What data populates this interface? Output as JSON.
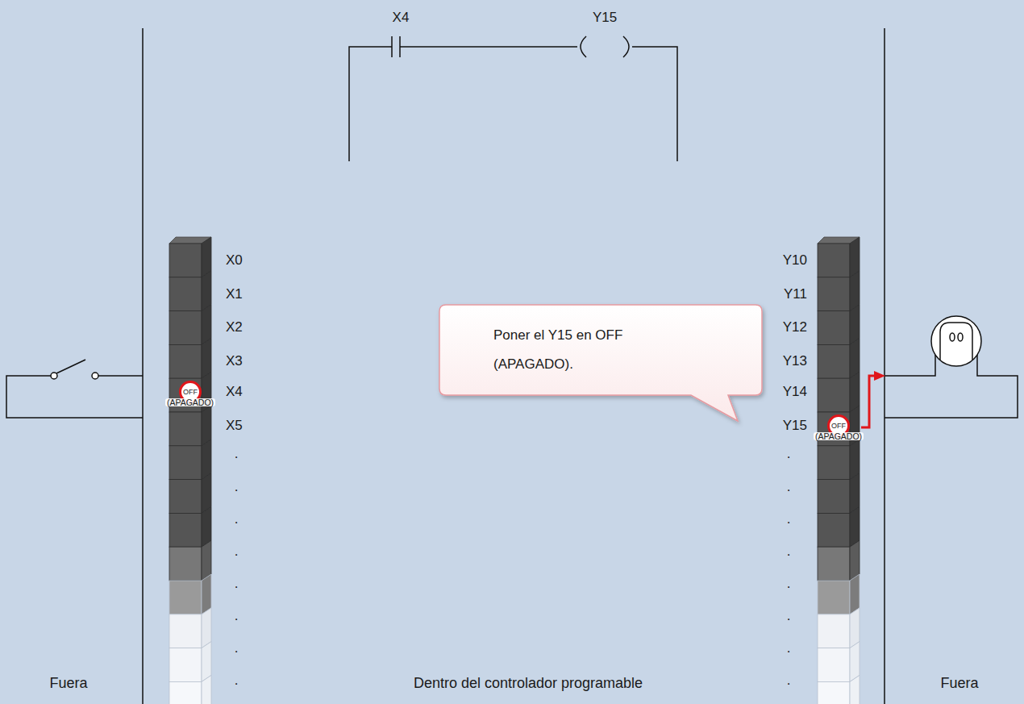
{
  "diagram": {
    "nodes": [
      {
        "text": [
          "Poner el Y15 en OFF (APAGADO)."
        ]
      },
      {
        "text": [
          "OFF",
          "(APAGADO)"
        ]
      },
      {
        "text": [
          "OFF",
          "(APAGADO)"
        ]
      }
    ],
    "labels": [
      "X4",
      "Y15",
      "X0",
      "X1",
      "X2",
      "X3",
      "X4",
      "X5",
      ".",
      ".",
      ".",
      ".",
      ".",
      ".",
      ".",
      ".",
      "Y10",
      "Y11",
      "Y12",
      "Y13",
      "Y14",
      "Y15",
      ".",
      ".",
      ".",
      ".",
      ".",
      ".",
      ".",
      ".",
      "Fuera",
      "Dentro del controlador programable",
      "Fuera"
    ]
  }
}
